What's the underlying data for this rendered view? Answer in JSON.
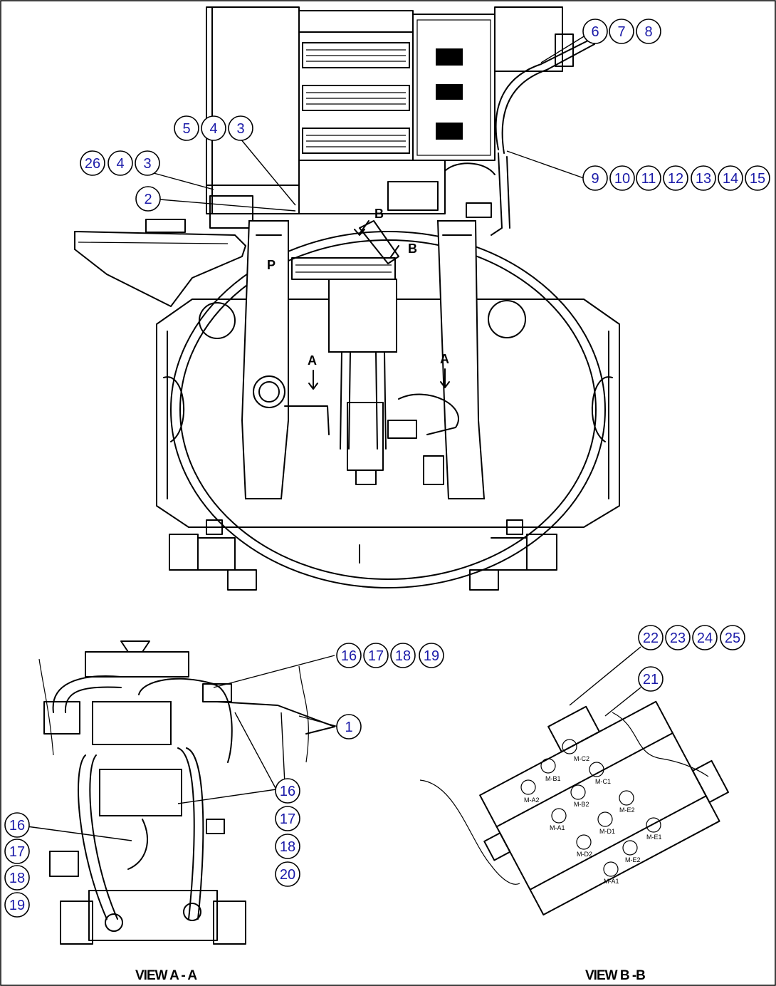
{
  "callouts": {
    "top": [
      {
        "id": "c6",
        "label": "6"
      },
      {
        "id": "c7",
        "label": "7"
      },
      {
        "id": "c8",
        "label": "8"
      },
      {
        "id": "c5",
        "label": "5"
      },
      {
        "id": "c4a",
        "label": "4"
      },
      {
        "id": "c3a",
        "label": "3"
      },
      {
        "id": "c26",
        "label": "26"
      },
      {
        "id": "c4b",
        "label": "4"
      },
      {
        "id": "c3b",
        "label": "3"
      },
      {
        "id": "c2",
        "label": "2"
      },
      {
        "id": "c9",
        "label": "9"
      },
      {
        "id": "c10",
        "label": "10"
      },
      {
        "id": "c11",
        "label": "11"
      },
      {
        "id": "c12",
        "label": "12"
      },
      {
        "id": "c13",
        "label": "13"
      },
      {
        "id": "c14",
        "label": "14"
      },
      {
        "id": "c15",
        "label": "15"
      }
    ],
    "view_a": [
      {
        "id": "a16",
        "label": "16"
      },
      {
        "id": "a17",
        "label": "17"
      },
      {
        "id": "a18",
        "label": "18"
      },
      {
        "id": "a19",
        "label": "19"
      },
      {
        "id": "a1",
        "label": "1"
      },
      {
        "id": "b16",
        "label": "16"
      },
      {
        "id": "b17",
        "label": "17"
      },
      {
        "id": "b18",
        "label": "18"
      },
      {
        "id": "b20",
        "label": "20"
      },
      {
        "id": "l16",
        "label": "16"
      },
      {
        "id": "l17",
        "label": "17"
      },
      {
        "id": "l18",
        "label": "18"
      },
      {
        "id": "l19",
        "label": "19"
      }
    ],
    "view_b": [
      {
        "id": "v22",
        "label": "22"
      },
      {
        "id": "v23",
        "label": "23"
      },
      {
        "id": "v24",
        "label": "24"
      },
      {
        "id": "v25",
        "label": "25"
      },
      {
        "id": "v21",
        "label": "21"
      }
    ]
  },
  "section_markers": {
    "b_upper": "B",
    "b_lower": "B",
    "a_left": "A",
    "a_right": "A",
    "p_mark": "P"
  },
  "relay_labels": [
    "M-C2",
    "M-B1",
    "M-C1",
    "M-A2",
    "M-B2",
    "M-E2",
    "M-A1",
    "M-D1",
    "M-E1",
    "M-D2",
    "M-E2",
    "M-A1"
  ],
  "views": {
    "view_a_label": "VIEW A - A",
    "view_b_label": "VIEW B -B"
  },
  "colors": {
    "callout_text": "#1a1aa8",
    "line": "#000000",
    "background": "#ffffff"
  }
}
